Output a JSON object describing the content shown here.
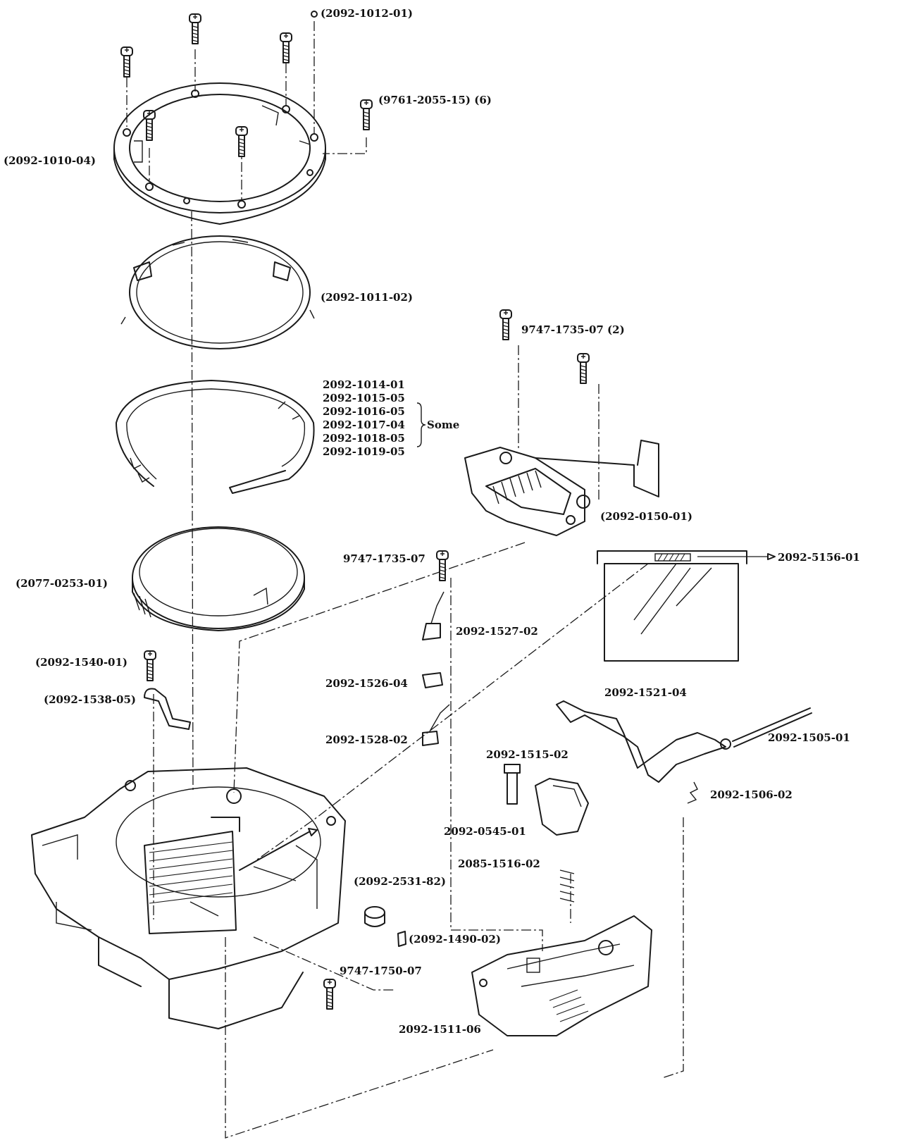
{
  "colors": {
    "ink": "#1a1a1a",
    "paper": "#ffffff"
  },
  "labels": {
    "p2092_1012_01": "(2092-1012-01)",
    "p9761_2055_15": "(9761-2055-15) (6)",
    "p2092_1010_04": "(2092-1010-04)",
    "p2092_1011_02": "(2092-1011-02)",
    "p9747_1735_07_2": "9747-1735-07 (2)",
    "group_items": [
      "2092-1014-01",
      "2092-1015-05",
      "2092-1016-05",
      "2092-1017-04",
      "2092-1018-05",
      "2092-1019-05"
    ],
    "group_note": "Some",
    "p2092_0150_01": "(2092-0150-01)",
    "p9747_1735_07": "9747-1735-07",
    "p2092_5156_01": "2092-5156-01",
    "p2077_0253_01": "(2077-0253-01)",
    "p2092_1527_02": "2092-1527-02",
    "p2092_1540_01": "(2092-1540-01)",
    "p2092_1538_05": "(2092-1538-05)",
    "p2092_1526_04": "2092-1526-04",
    "p2092_1521_04": "2092-1521-04",
    "p2092_1505_01": "2092-1505-01",
    "p2092_1528_02": "2092-1528-02",
    "p2092_1515_02": "2092-1515-02",
    "p2092_1506_02": "2092-1506-02",
    "p2092_0545_01": "2092-0545-01",
    "p2085_1516_02": "2085-1516-02",
    "p2092_2531_82": "(2092-2531-82)",
    "p2092_1490_02": "(2092-1490-02)",
    "p9747_1750_07": "9747-1750-07",
    "p2092_1511_06": "2092-1511-06"
  }
}
